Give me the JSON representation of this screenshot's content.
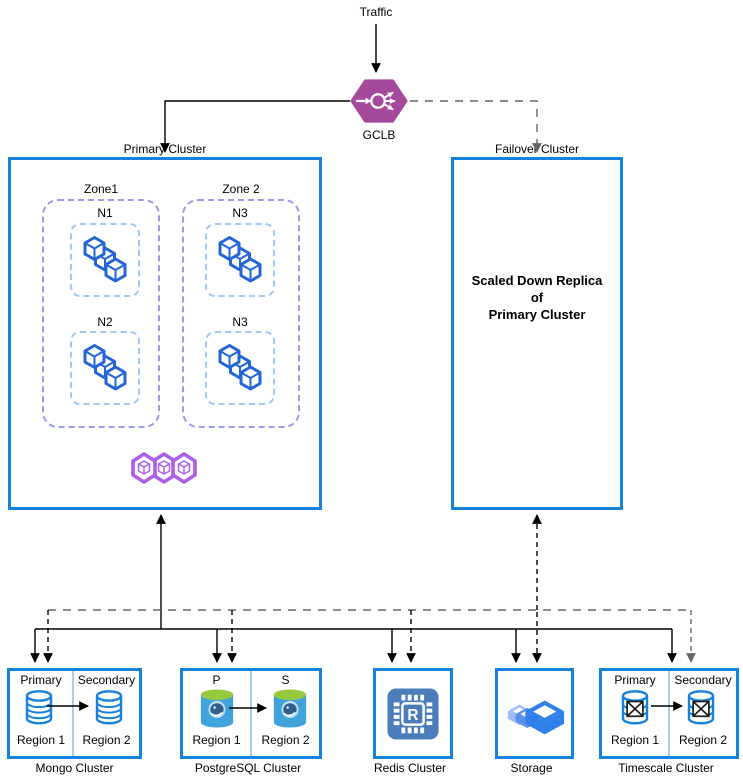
{
  "labels": {
    "traffic": "Traffic",
    "gclb": "GCLB"
  },
  "primary_cluster": {
    "title": "Primary Cluster",
    "zones": [
      {
        "title": "Zone1",
        "nodes": [
          "N1",
          "N2"
        ]
      },
      {
        "title": "Zone 2",
        "nodes": [
          "N3",
          "N3"
        ]
      }
    ]
  },
  "failover_cluster": {
    "title": "Failover Cluster",
    "line1": "Scaled Down Replica",
    "line2": "of",
    "line3": "Primary Cluster"
  },
  "data_layer": {
    "mongo": {
      "title": "Mongo Cluster",
      "left_role": "Primary",
      "right_role": "Secondary",
      "left_region": "Region 1",
      "right_region": "Region 2"
    },
    "postgres": {
      "title": "PostgreSQL Cluster",
      "left_role": "P",
      "right_role": "S",
      "left_region": "Region 1",
      "right_region": "Region 2"
    },
    "redis": {
      "title": "Redis Cluster",
      "icon_letter": "R"
    },
    "storage": {
      "title": "Storage"
    },
    "timescale": {
      "title": "Timescale Cluster",
      "left_role": "Primary",
      "right_role": "Secondary",
      "left_region": "Region 1",
      "right_region": "Region 2"
    }
  },
  "icons": {
    "load-balancer-icon": "purple hexagon with arrow into circle fanning out",
    "workload-cubes-icon": "three stacked blue isometric cubes",
    "pods-icon": "three purple hexagon pods",
    "database-icon": "blue outlined cylinder",
    "postgresql-icon": "blue cylinder with green top and elephant",
    "memorystore-icon": "steel-blue chip with letter R",
    "storage-icon": "blue isometric boxes",
    "crossed-database-icon": "blue cylinder with X box"
  },
  "colors": {
    "box_border": "#1682DE",
    "zone_border": "#9B9BEC",
    "node_border": "#9FC9F3",
    "cube_blue": "#2365D9",
    "pod_purple": "#AE5FE8",
    "gclb_purple": "#A5499D",
    "connector_black": "#000000",
    "connector_gray": "#666666",
    "divider_blue": "#A8CFF0",
    "postgres_body": "#41A3DC",
    "postgres_top": "#96C93D",
    "postgres_elephant": "#2F5E8F",
    "redis_bg": "#4B7DBA",
    "storage_main": "#2F80E8",
    "storage_mid": "#5B91EC",
    "storage_light": "#9DBCF5"
  }
}
